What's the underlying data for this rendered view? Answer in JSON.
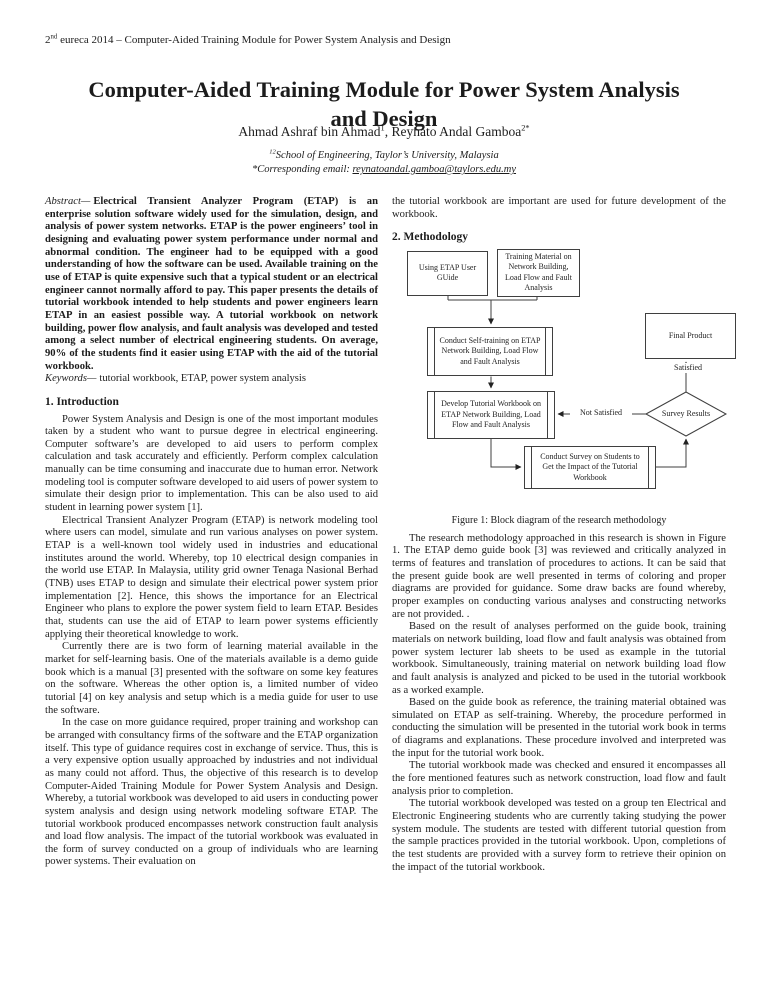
{
  "header": {
    "num": "2",
    "sup": "nd",
    "rest": " eureca 2014 – Computer-Aided Training Module for Power System Analysis and Design"
  },
  "title": "Computer-Aided Training Module for Power System Analysis and Design",
  "authors": {
    "a1_name": "Ahmad Ashraf bin Ahmad",
    "a1_sup": "1",
    "separator": ", ",
    "a2_name": "Reynato Andal Gamboa",
    "a2_sup": "2*"
  },
  "affiliation": {
    "sup": "12",
    "text": "School of Engineering, Taylor’s University, Malaysia"
  },
  "correspondence": {
    "prefix": "*Corresponding email: ",
    "email": "reynatoandal.gamboa@taylors.edu.my"
  },
  "abstract": {
    "label": "Abstract—",
    "text": "Electrical Transient Analyzer Program (ETAP) is an enterprise solution software widely used for the simulation, design, and analysis of power system networks. ETAP is the power engineers’ tool in designing and evaluating power system performance under normal and abnormal condition. The engineer had to be equipped with a good understanding of how the software can be used. Available training on the use of ETAP is quite expensive such that a typical student or an electrical engineer cannot normally afford to pay. This paper presents the details of tutorial workbook intended to help students and power engineers learn ETAP in an easiest possible way. A tutorial workbook on network building, power flow analysis, and fault analysis was developed and tested among a select number of electrical engineering students. On average, 90% of the students find it easier using ETAP with the aid of the tutorial workbook."
  },
  "keywords": {
    "label": "Keywords—",
    "text": "tutorial workbook, ETAP, power system analysis"
  },
  "introduction": {
    "heading": "1. Introduction",
    "paragraphs": [
      "Power System Analysis and Design is one of the most important modules taken by a student who want to pursue degree in electrical engineering. Computer software’s are developed to aid users to perform complex calculation and task accurately and efficiently. Perform complex calculation manually can be time consuming and inaccurate due to human error. Network modeling tool is computer software developed to aid users of power system to simulate their design prior to implementation. This can be also used to aid student in learning power system [1].",
      "Electrical Transient Analyzer Program (ETAP) is network modeling tool where users can model, simulate and run various analyses on power system. ETAP is a well-known tool widely used in industries and educational institutes around the world. Whereby, top 10 electrical design companies in the world use ETAP. In Malaysia, utility grid owner Tenaga Nasional Berhad (TNB) uses ETAP to design and simulate their electrical power system prior implementation [2]. Hence, this shows the importance for an Electrical Engineer who plans to explore the power system field to learn ETAP. Besides that, students can use the aid of ETAP to learn power systems efficiently applying their theoretical knowledge to work.",
      "Currently there are is two form of learning material available in the market for self-learning basis. One of the materials available is a demo guide book which is a manual [3] presented with the software on some key features on the software. Whereas the other option is, a limited number of video tutorial [4] on key analysis and setup which is a media guide for user to use the software.",
      "In the case on more guidance required, proper training and workshop can be arranged with consultancy firms of the software and the ETAP organization itself. This type of guidance requires cost in exchange of service. Thus, this is a very expensive option usually approached by industries and not individual as many could not afford. Thus, the objective of this research is to develop Computer-Aided Training Module for Power System Analysis and Design. Whereby, a tutorial workbook was developed to aid users in conducting power system analysis and design using network modeling software ETAP. The tutorial workbook produced encompasses network construction fault analysis and load flow analysis. The impact of the tutorial workbook was evaluated in the form of survey conducted on a group of individuals who are learning power systems. Their evaluation on"
    ]
  },
  "methodology": {
    "lead_in": "the tutorial workbook are important are used for future development of the workbook.",
    "heading": "2. Methodology",
    "figure": {
      "caption": "Figure 1: Block diagram of the research methodology",
      "nodes": {
        "etap_guide": "Using ETAP User GUide",
        "training_material": "Training Material on Network Building, Load Flow and Fault Analysis",
        "self_training": "Conduct Self-training on ETAP Network Building, Load Flow and Fault Analysis",
        "develop_workbook": "Develop Tutorial Workbook on ETAP Network Building, Load Flow and Fault Analysis",
        "conduct_survey": "Conduct Survey on Students to Get the Impact of the Tutorial Workbook",
        "final_product": "Final Product",
        "survey_results": "Survey Results"
      },
      "edge_labels": {
        "satisfied": "Satisfied",
        "not_satisfied": "Not Satisfied"
      }
    },
    "paragraphs": [
      "The research methodology approached in this research is shown in Figure 1. The ETAP demo guide book [3] was reviewed and critically analyzed in terms of features and translation of procedures to actions. It can be said that the present guide book are well presented in terms of coloring and proper diagrams are provided for guidance. Some draw backs are found whereby, proper examples on conducting various analyses and constructing networks are not provided. .",
      "Based on the result of analyses performed on the guide book, training materials on network building, load flow and fault analysis was obtained from power system lecturer lab sheets to be used as example in the tutorial workbook. Simultaneously, training material on network building load flow and fault analysis is analyzed and picked to be used in the tutorial workbook as a worked example.",
      "Based on the guide book as reference, the training material obtained was simulated on ETAP as self-training. Whereby, the procedure performed in conducting the simulation will be presented in the tutorial work book in terms of diagrams and explanations. These procedure involved and interpreted was the input for the tutorial work book.",
      "The tutorial workbook made was checked and ensured it encompasses all the fore mentioned features such as network construction, load flow and fault analysis prior to completion.",
      "The tutorial workbook developed was tested on a group ten Electrical and Electronic Engineering students who are currently taking studying the power system module. The students are tested with different tutorial question from the sample practices provided in the tutorial workbook. Upon, completions of the test students are provided with a survey form to retrieve their opinion on the impact of the tutorial workbook."
    ]
  }
}
